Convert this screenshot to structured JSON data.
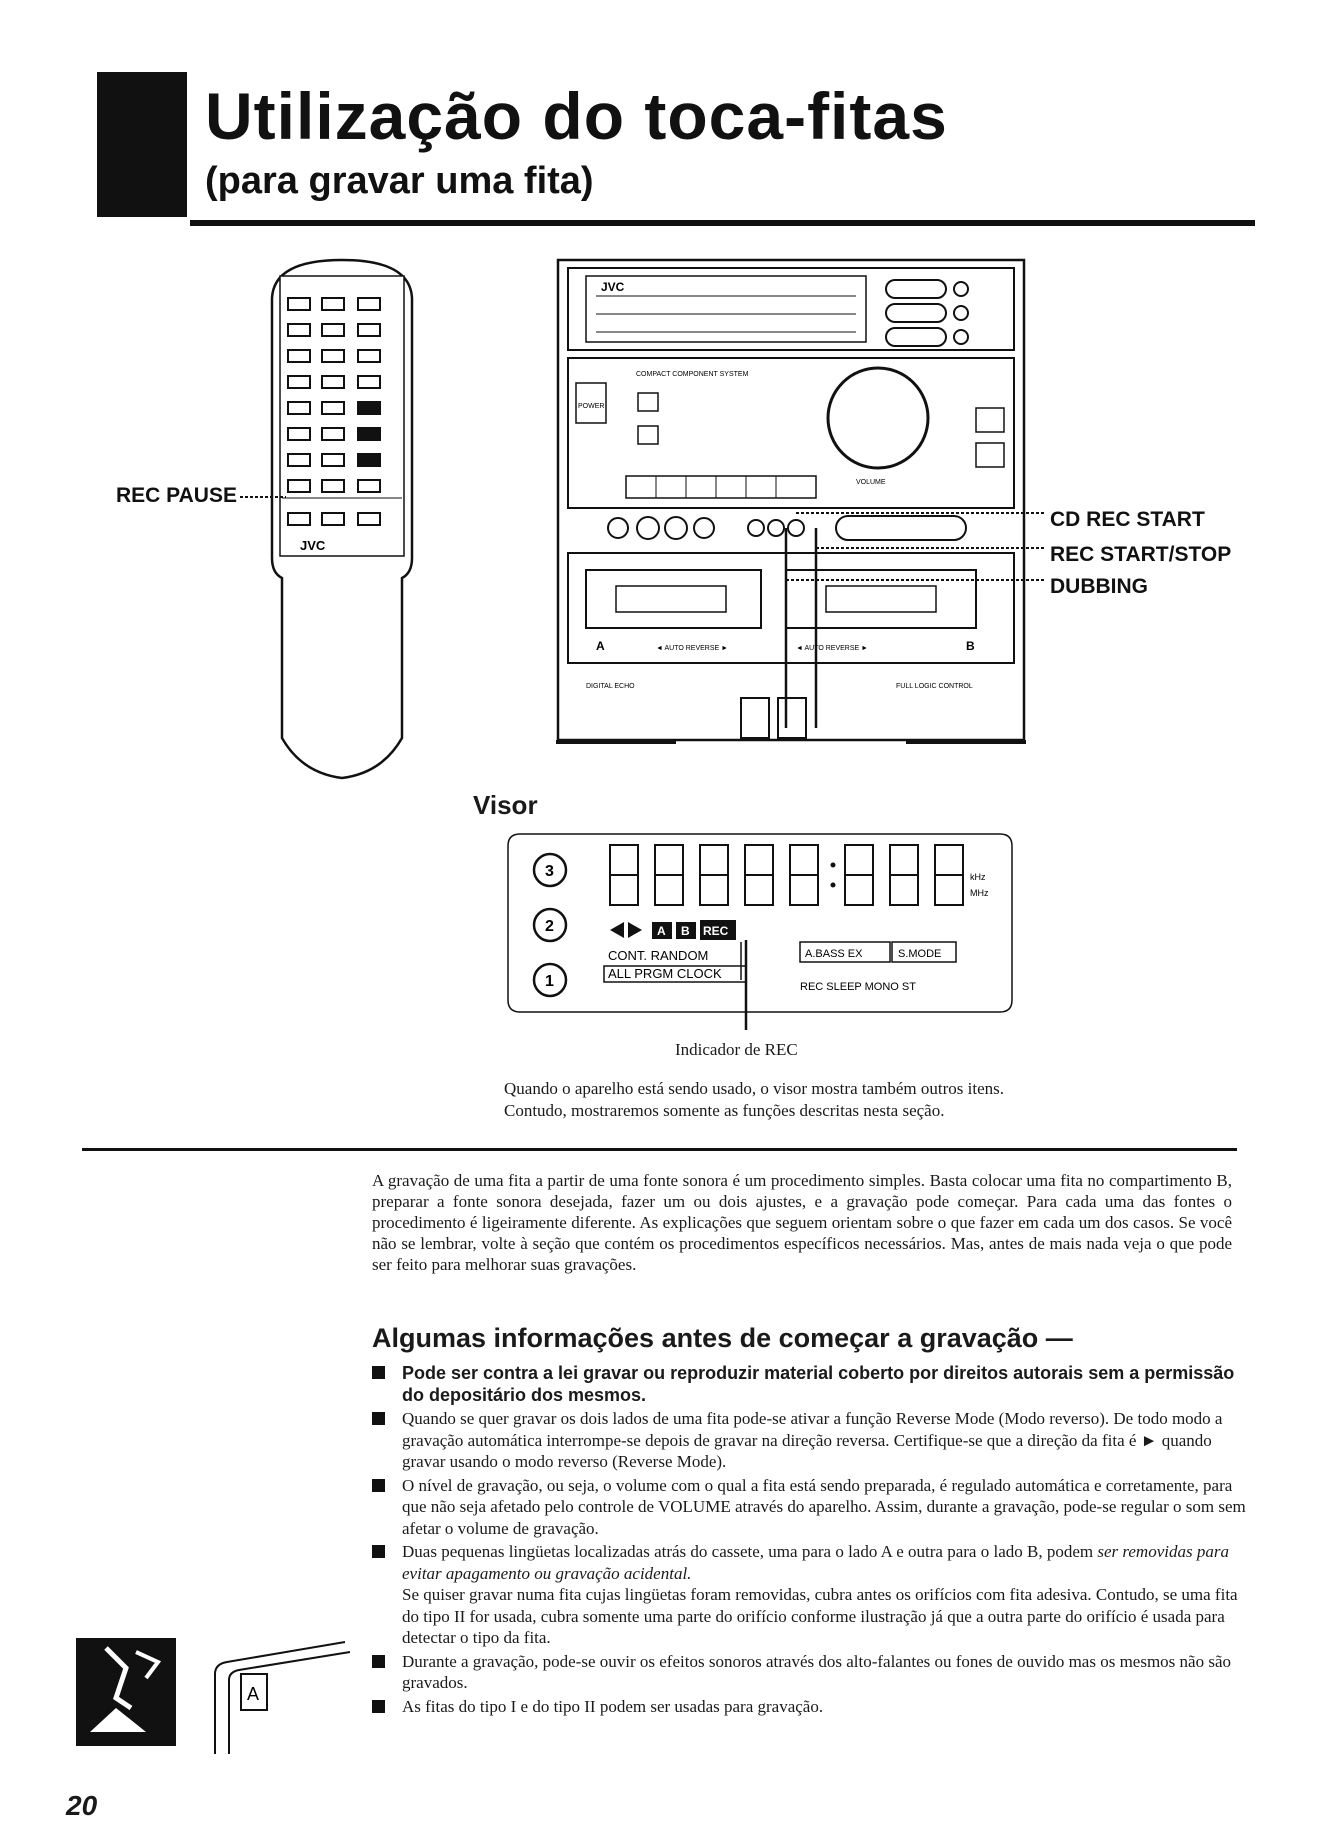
{
  "header": {
    "title": "Utilização do toca-fitas",
    "subtitle": "(para gravar uma fita)"
  },
  "callouts": {
    "rec_pause": "REC PAUSE",
    "cd_rec_start": "CD REC START",
    "rec_start_stop": "REC START/STOP",
    "dubbing": "DUBBING"
  },
  "remote": {
    "brand": "JVC"
  },
  "stereo": {
    "brand": "JVC",
    "deck_a": "A",
    "deck_b": "B",
    "label_system": "COMPACT COMPONENT SYSTEM",
    "label_power": "POWER",
    "label_volume": "VOLUME",
    "label_digital_echo": "DIGITAL ECHO",
    "label_full_logic": "FULL LOGIC CONTROL",
    "label_auto_reverse_a": "◄ AUTO REVERSE ►",
    "label_auto_reverse_b": "◄ AUTO REVERSE ►"
  },
  "visor": {
    "heading": "Visor",
    "disc_numbers": [
      "3",
      "2",
      "1"
    ],
    "mhz": "MHz",
    "khz": "kHz",
    "tape_a": "A",
    "tape_b": "B",
    "rec_indicator": "REC",
    "line1": "CONT. RANDOM",
    "line2": "ALL PRGM CLOCK",
    "bass": "A.BASS EX",
    "smode": "S.MODE",
    "line3": "REC SLEEP MONO ST",
    "caption": "Indicador de REC",
    "note_lines": [
      "Quando o aparelho está sendo usado, o visor mostra também outros itens.",
      "Contudo, mostraremos somente as funções descritas nesta seção."
    ]
  },
  "intro": "A gravação de uma fita a partir de uma fonte sonora é um procedimento simples. Basta colocar uma fita no compartimento B, preparar a fonte sonora desejada, fazer um ou dois ajustes, e a gravação pode começar. Para cada uma das fontes o procedimento é ligeiramente diferente. As explicações que seguem orientam sobre o que fazer em cada um dos casos. Se você não se lembrar, volte à seção que contém os procedimentos específicos necessários. Mas, antes de mais nada veja o que pode ser feito para melhorar suas gravações.",
  "section": {
    "heading": "Algumas informações antes de começar a gravação —",
    "bullet1": "Pode ser contra a lei gravar ou reproduzir material coberto por direitos autorais sem a permissão do depositário dos mesmos.",
    "bullet2": "Quando se quer gravar os dois lados de uma fita pode-se ativar a função Reverse Mode (Modo reverso). De todo modo a gravação automática interrompe-se depois de gravar na direção reversa. Certifique-se que a direção da fita é ► quando gravar usando o modo reverso (Reverse Mode).",
    "bullet3": "O nível de gravação, ou seja, o volume com o qual a fita está sendo preparada, é regulado automática e corretamente, para que não seja afetado pelo controle de VOLUME através do aparelho. Assim, durante a gravação, pode-se regular o som sem afetar o volume de gravação.",
    "bullet4a": "Duas pequenas lingüetas localizadas atrás do cassete, uma para o lado A e outra para o lado B, podem ",
    "bullet4b": "ser removidas para evitar apagamento ou gravação acidental.",
    "bullet4c": "Se quiser gravar numa fita cujas lingüetas foram removidas, cubra antes os orifícios com fita adesiva. Contudo, se uma fita do tipo II for usada, cubra somente uma parte do orifício conforme ilustração já que a outra parte do orifício é usada para detectar o tipo da fita.",
    "bullet5": "Durante a gravação, pode-se ouvir os efeitos sonoros através dos alto-falantes ou fones de ouvido mas os mesmos não são gravados.",
    "bullet6": "As fitas do tipo I e do tipo II podem ser usadas para gravação."
  },
  "cassette_label": "A",
  "page_number": "20"
}
